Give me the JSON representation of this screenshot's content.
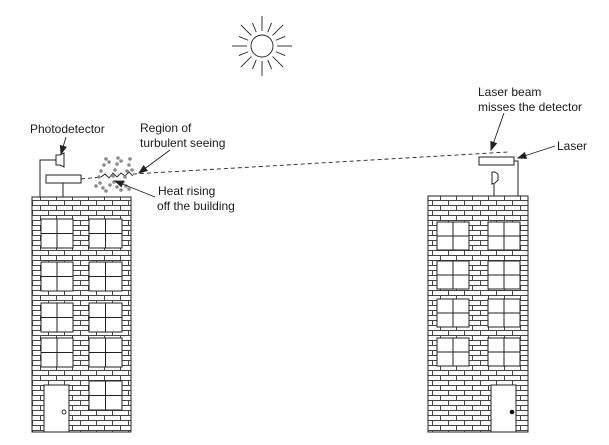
{
  "diagram": {
    "title": "Laser beam deflected by turbulent air above a building",
    "labels": {
      "photodetector": "Photodetector",
      "turbulence_line1": "Region of",
      "turbulence_line2": "turbulent seeing",
      "heat_line1": "Heat rising",
      "heat_line2": "off the building",
      "miss_line1": "Laser beam",
      "miss_line2": "misses the detector",
      "laser": "Laser"
    },
    "icons": {
      "sun": "sun-icon",
      "left_building": "brick-building",
      "right_building": "brick-building"
    },
    "colors": {
      "line": "#1a1a1a",
      "brick": "#555555",
      "turbulence_dots": "#8a8a8a",
      "background": "#ffffff"
    },
    "left_building": {
      "floors_windows": 5,
      "door_side": "left"
    },
    "right_building": {
      "floors_windows": 4,
      "door_side": "right"
    }
  }
}
